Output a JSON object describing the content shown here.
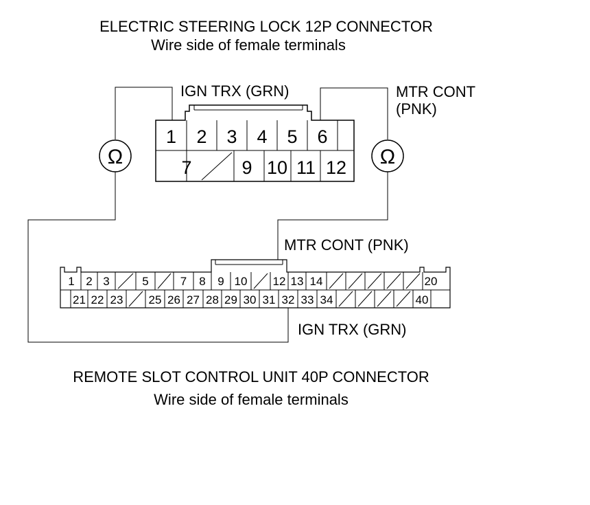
{
  "top_connector": {
    "title": "ELECTRIC STEERING LOCK 12P CONNECTOR",
    "subtitle": "Wire side of female terminals",
    "row1": [
      "1",
      "2",
      "3",
      "4",
      "5",
      "6"
    ],
    "row2": [
      "",
      "7",
      "",
      "9",
      "10",
      "11",
      "12"
    ]
  },
  "bottom_connector": {
    "title": "REMOTE SLOT CONTROL UNIT 40P CONNECTOR",
    "subtitle": "Wire side of female terminals",
    "row1": [
      "1",
      "2",
      "3",
      "",
      "5",
      "",
      "7",
      "8",
      "9",
      "10",
      "",
      "12",
      "13",
      "14",
      "",
      "",
      "",
      "",
      "",
      "20"
    ],
    "row2": [
      "",
      "21",
      "22",
      "23",
      "",
      "25",
      "26",
      "27",
      "28",
      "29",
      "30",
      "31",
      "32",
      "33",
      "34",
      "",
      "",
      "",
      "",
      "40"
    ]
  },
  "labels": {
    "ign_top": "IGN TRX (GRN)",
    "mtr_top_line1": "MTR CONT",
    "mtr_top_line2": "(PNK)",
    "mtr_bottom": "MTR CONT (PNK)",
    "ign_bottom": "IGN TRX (GRN)"
  },
  "meters": {
    "symbol": "Ω",
    "icon": "ohmmeter-icon"
  },
  "colors": {
    "line": "#000000",
    "background": "#ffffff"
  }
}
